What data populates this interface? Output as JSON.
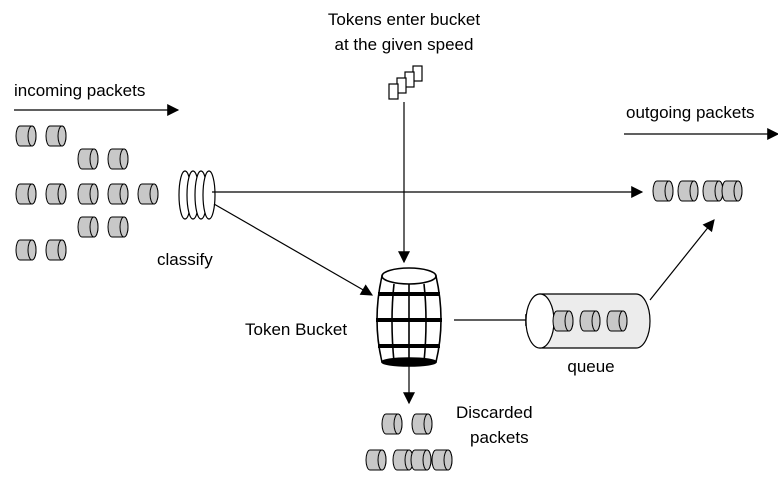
{
  "labels": {
    "tokens_line1": "Tokens enter bucket",
    "tokens_line2": "at the given speed",
    "incoming": "incoming packets",
    "outgoing": "outgoing packets",
    "classify": "classify",
    "token_bucket": "Token Bucket",
    "queue": "queue",
    "discarded_line1": "Discarded",
    "discarded_line2": "packets"
  },
  "colors": {
    "packet_fill": "#c8c8c8",
    "packet_stroke": "#000000",
    "arrow": "#000000",
    "queue_fill": "#ececec"
  },
  "icons": {
    "packet": "packet-cylinder-icon",
    "token": "token-card-icon",
    "bucket": "barrel-icon",
    "classifier": "classifier-rings-icon"
  }
}
